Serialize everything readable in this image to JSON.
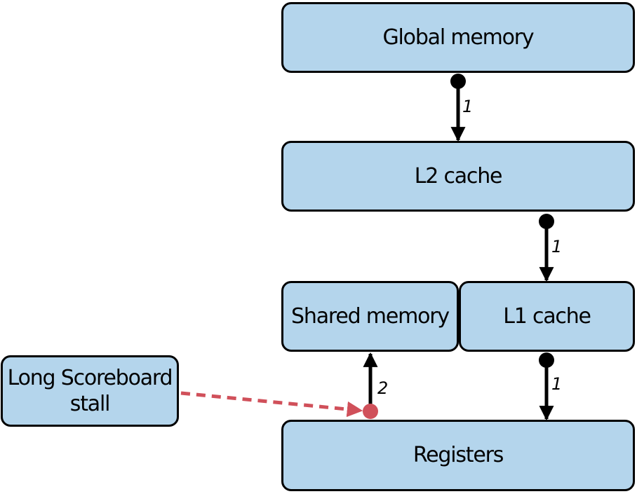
{
  "nodes": {
    "global_memory": "Global memory",
    "l2_cache": "L2 cache",
    "shared_memory": "Shared memory",
    "l1_cache": "L1 cache",
    "registers": "Registers",
    "stall": "Long Scoreboard\nstall"
  },
  "edges": {
    "global_to_l2": "1",
    "l2_to_l1": "1",
    "l1_to_registers": "1",
    "registers_to_shared": "2"
  },
  "colors": {
    "box_fill": "#b4d5ec",
    "stroke": "#000000",
    "stall_arrow": "#d0505a"
  }
}
